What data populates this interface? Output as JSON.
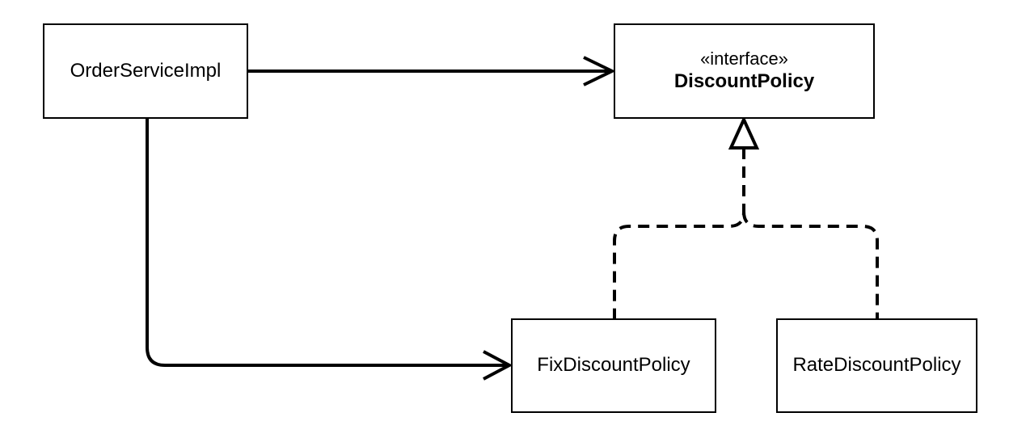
{
  "nodes": {
    "order_service_impl": {
      "label": "OrderServiceImpl"
    },
    "discount_policy": {
      "stereotype": "«interface»",
      "label": "DiscountPolicy"
    },
    "fix_discount_policy": {
      "label": "FixDiscountPolicy"
    },
    "rate_discount_policy": {
      "label": "RateDiscountPolicy"
    }
  },
  "edges": [
    {
      "from": "OrderServiceImpl",
      "to": "DiscountPolicy",
      "kind": "dependency"
    },
    {
      "from": "OrderServiceImpl",
      "to": "FixDiscountPolicy",
      "kind": "dependency"
    },
    {
      "from": "FixDiscountPolicy",
      "to": "DiscountPolicy",
      "kind": "realization"
    },
    {
      "from": "RateDiscountPolicy",
      "to": "DiscountPolicy",
      "kind": "realization"
    }
  ],
  "colors": {
    "stroke": "#000000",
    "background": "#ffffff"
  }
}
